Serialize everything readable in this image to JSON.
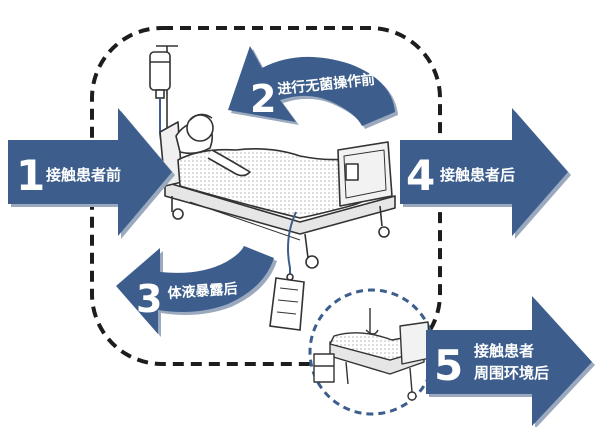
{
  "colors": {
    "arrow": "#3d5e8c",
    "arrow_shadow": "#9aa9be",
    "dashed": "#1d1d1d",
    "sketch": "#333333",
    "tube": "#3d5e8c"
  },
  "moments": [
    {
      "number": "1",
      "label": "接触患者前"
    },
    {
      "number": "2",
      "label": "进行无菌操作前"
    },
    {
      "number": "3",
      "label": "体液暴露后"
    },
    {
      "number": "4",
      "label": "接触患者后"
    },
    {
      "number": "5",
      "label_line1": "接触患者",
      "label_line2": "周围环境后"
    }
  ],
  "icons": [
    "iv-drip-icon",
    "patient-bed-icon",
    "drainage-bag-icon",
    "empty-bed-icon"
  ]
}
